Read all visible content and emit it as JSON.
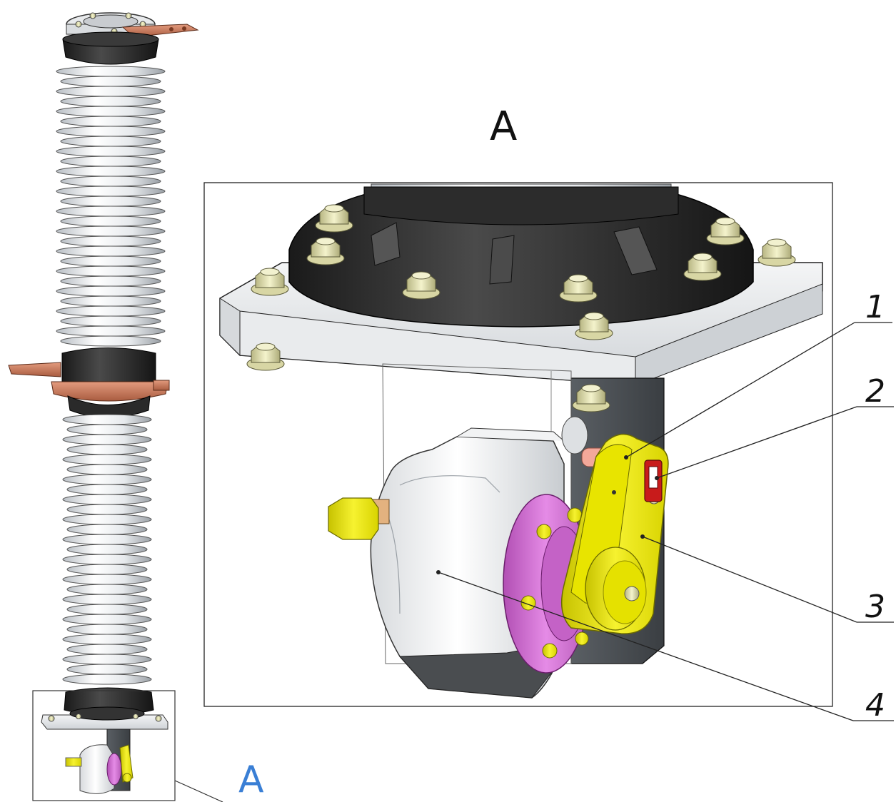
{
  "view_labels": {
    "detail_title": "A",
    "marker_label": "A"
  },
  "callouts": [
    {
      "number": "1",
      "part": "pin"
    },
    {
      "number": "2",
      "part": "counter-window"
    },
    {
      "number": "3",
      "part": "lever"
    },
    {
      "number": "4",
      "part": "gearbox-housing"
    }
  ],
  "colors": {
    "porcelain": "#e9ecef",
    "rubber_flange": "#2b2b2b",
    "copper_terminal": "#c97a5a",
    "lever_yellow": "#f2ee1a",
    "flange_magenta": "#d772d9",
    "pin_salmon": "#f3a89a",
    "window_red": "#c81b1b",
    "bolt_khaki": "#ecebb6",
    "marker_blue": "#3a7fd5"
  }
}
